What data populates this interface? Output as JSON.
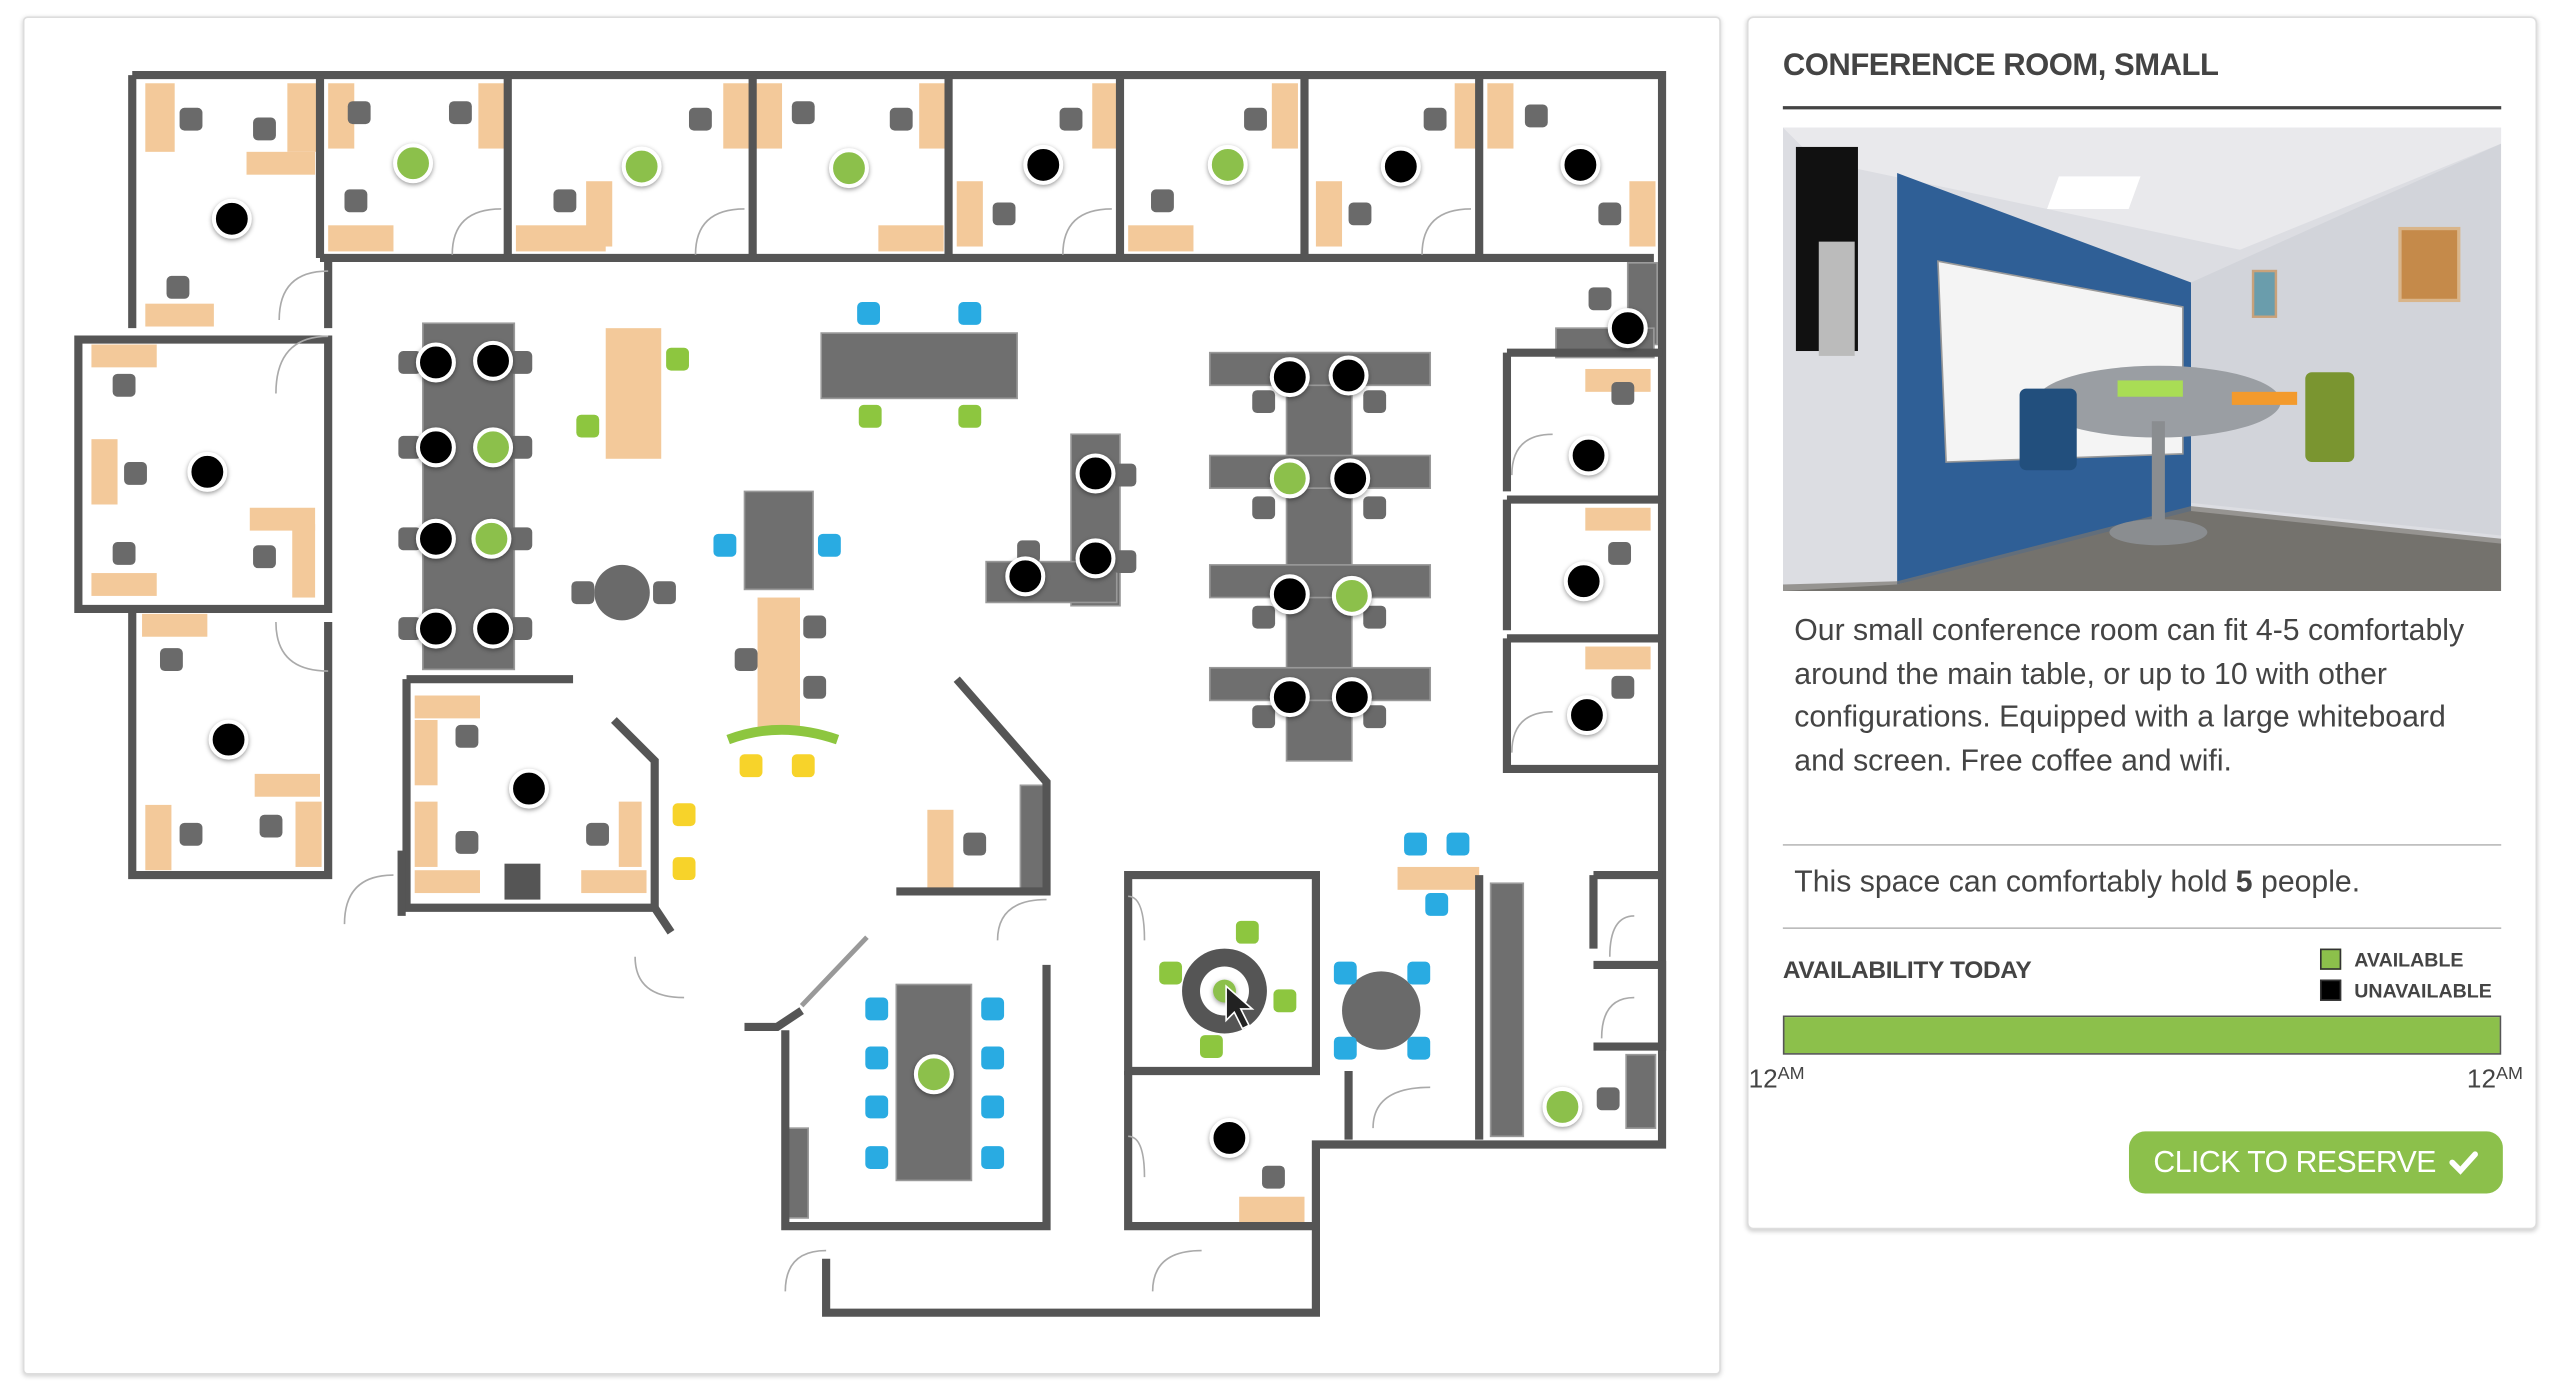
{
  "colors": {
    "available": "#8cc04b",
    "unavailable": "#000000",
    "wall": "#555555",
    "desk_wood": "#f3c99a",
    "chair_gray": "#6a6a6a",
    "chair_blue": "#29abe2",
    "chair_green": "#8dc63f",
    "chair_yellow": "#f7d32a"
  },
  "floor_plan": {
    "seats": [
      {
        "status": "unavailable"
      },
      {
        "status": "available"
      },
      {
        "status": "available"
      },
      {
        "status": "available"
      },
      {
        "status": "unavailable"
      },
      {
        "status": "available"
      },
      {
        "status": "unavailable"
      },
      {
        "status": "unavailable"
      },
      {
        "status": "unavailable"
      },
      {
        "status": "unavailable"
      },
      {
        "status": "unavailable"
      },
      {
        "status": "unavailable"
      },
      {
        "status": "available"
      },
      {
        "status": "unavailable"
      },
      {
        "status": "unavailable"
      },
      {
        "status": "unavailable"
      },
      {
        "status": "unavailable"
      },
      {
        "status": "unavailable"
      },
      {
        "status": "available"
      },
      {
        "status": "unavailable"
      },
      {
        "status": "available"
      },
      {
        "status": "unavailable"
      },
      {
        "status": "unavailable"
      },
      {
        "status": "unavailable"
      },
      {
        "status": "unavailable"
      },
      {
        "status": "unavailable"
      },
      {
        "status": "unavailable"
      },
      {
        "status": "unavailable"
      },
      {
        "status": "unavailable"
      },
      {
        "status": "available"
      },
      {
        "status": "unavailable"
      },
      {
        "status": "unavailable"
      },
      {
        "status": "available"
      },
      {
        "status": "unavailable"
      },
      {
        "status": "unavailable"
      },
      {
        "status": "available"
      },
      {
        "status": "available",
        "selected": true
      },
      {
        "status": "unavailable"
      }
    ]
  },
  "detail": {
    "title": "CONFERENCE ROOM, SMALL",
    "description": "Our small conference room can fit 4-5 comfortably around the main table, or up to 10 with other configurations. Equipped with a large whiteboard and screen. Free coffee and wifi.",
    "capacity_prefix": "This space can comfortably hold ",
    "capacity_value": "5",
    "capacity_suffix": " people.",
    "availability_heading": "AVAILABILITY TODAY",
    "legend_available": "AVAILABLE",
    "legend_unavailable": "UNAVAILABLE",
    "availability_fraction": 1.0,
    "start_hour": "12",
    "start_ampm": "AM",
    "end_hour": "12",
    "end_ampm": "AM",
    "reserve_label": "CLICK TO RESERVE",
    "reserve_icon": "check-icon"
  }
}
